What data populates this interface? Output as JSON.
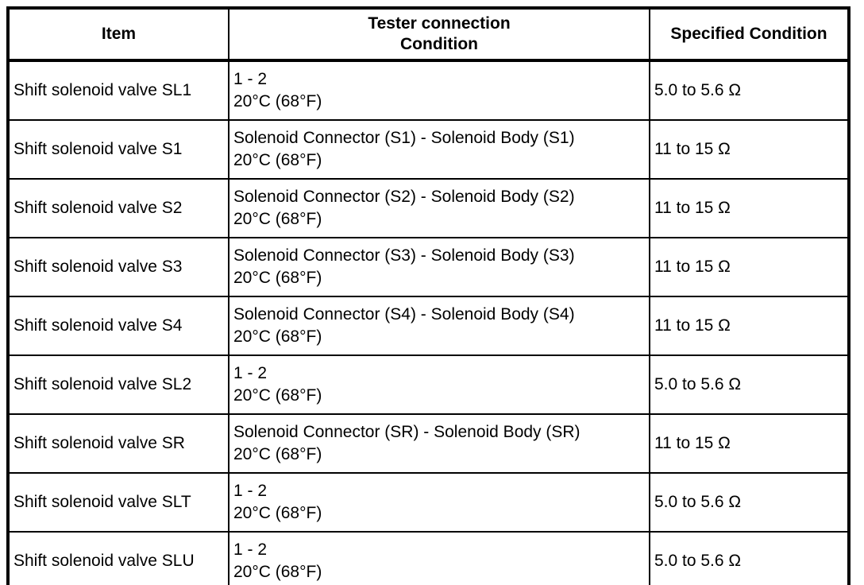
{
  "table": {
    "header": {
      "item": "Item",
      "tester_line1": "Tester connection",
      "tester_line2": "Condition",
      "specified": "Specified Condition"
    },
    "rows": [
      {
        "item": "Shift solenoid valve SL1",
        "connection": "1 - 2",
        "condition": "20°C (68°F)",
        "specified": "5.0 to 5.6 Ω"
      },
      {
        "item": "Shift solenoid valve S1",
        "connection": "Solenoid Connector (S1) - Solenoid Body (S1)",
        "condition": "20°C (68°F)",
        "specified": "11 to 15 Ω"
      },
      {
        "item": "Shift solenoid valve S2",
        "connection": "Solenoid Connector (S2) - Solenoid Body (S2)",
        "condition": "20°C (68°F)",
        "specified": "11 to 15 Ω"
      },
      {
        "item": "Shift solenoid valve S3",
        "connection": "Solenoid Connector (S3) - Solenoid Body (S3)",
        "condition": "20°C (68°F)",
        "specified": "11 to 15 Ω"
      },
      {
        "item": "Shift solenoid valve S4",
        "connection": "Solenoid Connector (S4) - Solenoid Body (S4)",
        "condition": "20°C (68°F)",
        "specified": "11 to 15 Ω"
      },
      {
        "item": "Shift solenoid valve SL2",
        "connection": "1 - 2",
        "condition": "20°C (68°F)",
        "specified": "5.0 to 5.6 Ω"
      },
      {
        "item": "Shift solenoid valve SR",
        "connection": "Solenoid Connector (SR) - Solenoid Body (SR)",
        "condition": "20°C (68°F)",
        "specified": "11 to 15 Ω"
      },
      {
        "item": "Shift solenoid valve SLT",
        "connection": "1 - 2",
        "condition": "20°C (68°F)",
        "specified": "5.0 to 5.6 Ω"
      },
      {
        "item": "Shift solenoid valve SLU",
        "connection": "1 - 2",
        "condition": "20°C (68°F)",
        "specified": "5.0 to 5.6 Ω"
      }
    ],
    "colors": {
      "border": "#000000",
      "text": "#000000",
      "background": "#ffffff"
    }
  }
}
